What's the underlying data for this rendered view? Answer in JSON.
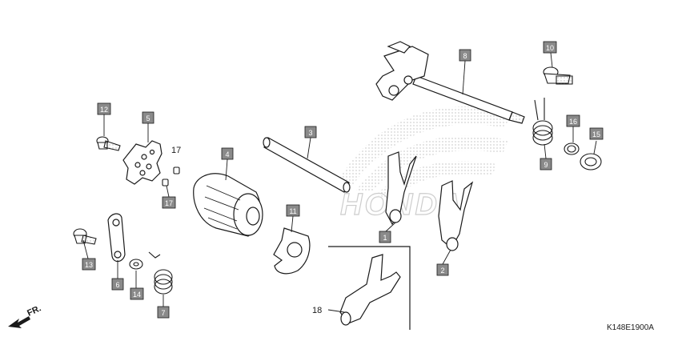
{
  "diagram": {
    "code": "K148E1900A",
    "direction_label": "FR.",
    "watermark": "HONDA",
    "callouts": [
      {
        "id": "c1",
        "label": "1"
      },
      {
        "id": "c2",
        "label": "2"
      },
      {
        "id": "c3",
        "label": "3"
      },
      {
        "id": "c4",
        "label": "4"
      },
      {
        "id": "c5",
        "label": "5"
      },
      {
        "id": "c6",
        "label": "6"
      },
      {
        "id": "c7",
        "label": "7"
      },
      {
        "id": "c8",
        "label": "8"
      },
      {
        "id": "c9",
        "label": "9"
      },
      {
        "id": "c10",
        "label": "10"
      },
      {
        "id": "c11",
        "label": "11"
      },
      {
        "id": "c12",
        "label": "12"
      },
      {
        "id": "c13",
        "label": "13"
      },
      {
        "id": "c14",
        "label": "14"
      },
      {
        "id": "c15",
        "label": "15"
      },
      {
        "id": "c16",
        "label": "16"
      },
      {
        "id": "c17",
        "label": "17"
      },
      {
        "id": "c17b",
        "label": "17"
      },
      {
        "id": "c18",
        "label": "18"
      }
    ],
    "colors": {
      "tag_fill": "#8a8a8a",
      "tag_text": "#ffffff",
      "line": "#1a1a1a",
      "watermark": "#c8c8c8"
    }
  }
}
